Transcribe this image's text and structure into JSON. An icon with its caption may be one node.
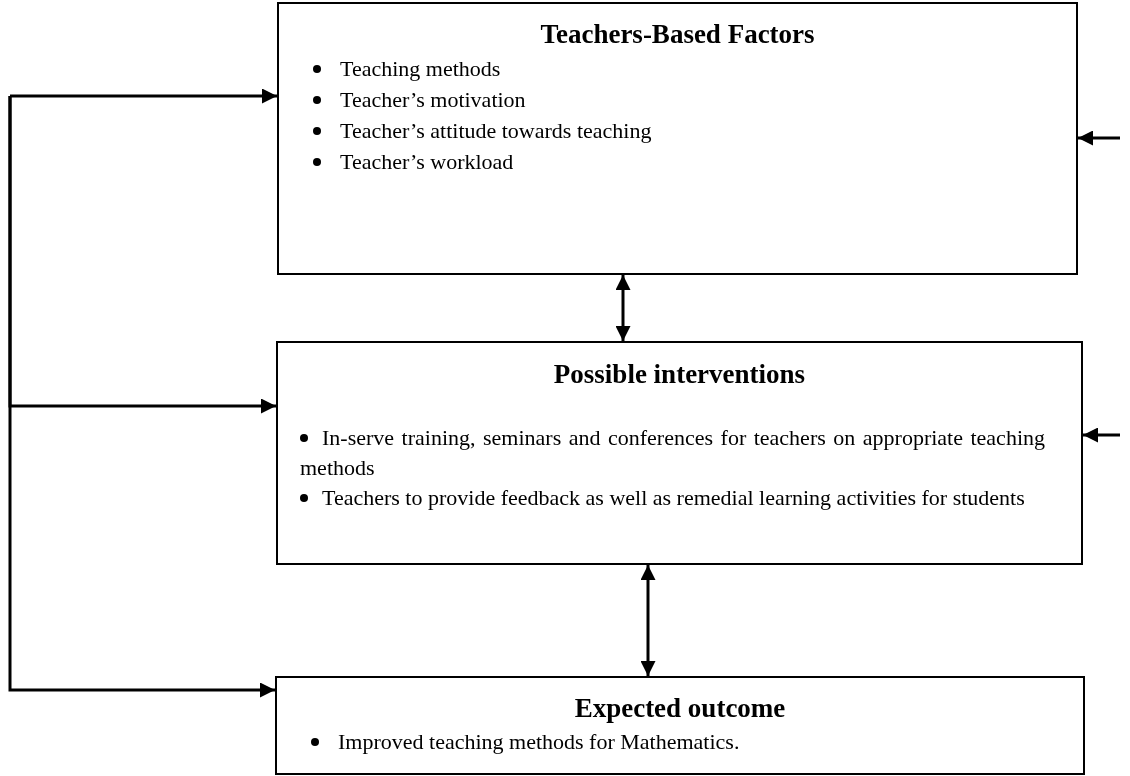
{
  "diagram": {
    "nodes": [
      {
        "text": [
          "Teachers-Based Factors",
          "Teaching methods",
          "Teacher’s motivation",
          "Teacher’s attitude towards teaching",
          "Teacher’s workload"
        ]
      },
      {
        "text": [
          "Possible interventions",
          "In-serve training, seminars and conferences for teachers on appropriate teaching methods",
          "Teachers to provide feedback as well as remedial learning activities for students"
        ]
      },
      {
        "text": [
          "Expected outcome",
          "Improved teaching methods for Mathematics."
        ]
      }
    ],
    "edges": [
      {
        "from": null,
        "to": 0,
        "arrow": "to"
      },
      {
        "from": null,
        "to": 1,
        "arrow": "to"
      },
      {
        "from": null,
        "to": 2,
        "arrow": "to"
      },
      {
        "from": null,
        "to": 0,
        "arrow": "to"
      },
      {
        "from": null,
        "to": 1,
        "arrow": "to"
      },
      {
        "from": 0,
        "to": 1,
        "arrow": "both"
      },
      {
        "from": 1,
        "to": 2,
        "arrow": "both"
      }
    ]
  }
}
